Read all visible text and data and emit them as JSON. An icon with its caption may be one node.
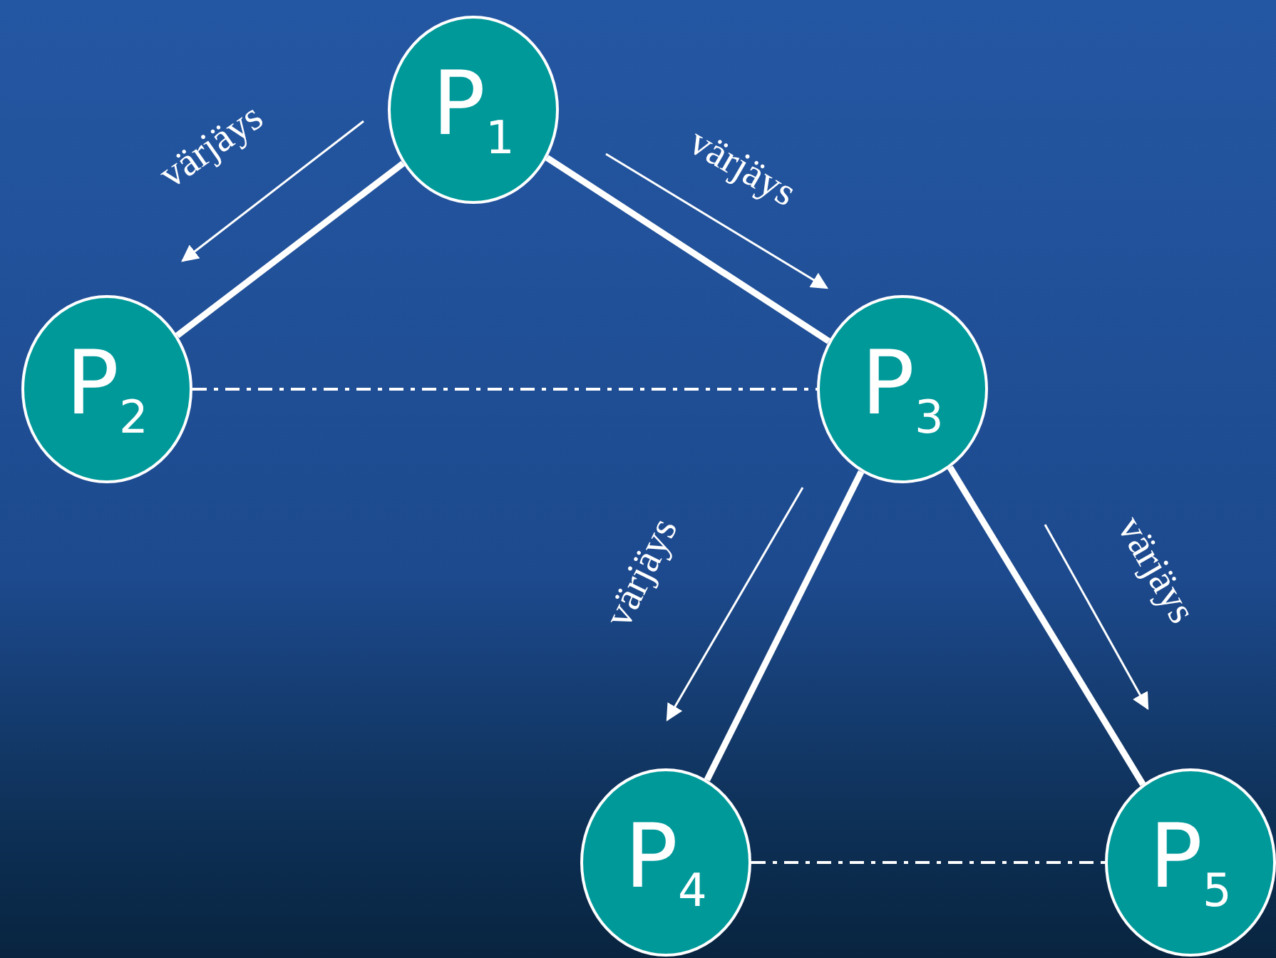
{
  "diagram": {
    "nodes": [
      {
        "text": [
          "P$_{1}$"
        ]
      },
      {
        "text": [
          "P$_{2}$"
        ]
      },
      {
        "text": [
          "P$_{3}$"
        ]
      },
      {
        "text": [
          "P$_{4}$"
        ]
      },
      {
        "text": [
          "P$_{5}$"
        ]
      }
    ],
    "edges": [
      {
        "from": 0,
        "to": 1,
        "arrow": "none"
      },
      {
        "from": 0,
        "to": 2,
        "arrow": "none"
      },
      {
        "from": 1,
        "to": 2,
        "arrow": "none",
        "style": "dashed"
      },
      {
        "from": 2,
        "to": 3,
        "arrow": "none"
      },
      {
        "from": 2,
        "to": 4,
        "arrow": "none"
      },
      {
        "from": 3,
        "to": 4,
        "arrow": "none",
        "style": "dashed"
      }
    ],
    "labels": [
      "värjäys",
      "värjäys",
      "värjäys",
      "värjäys"
    ]
  }
}
